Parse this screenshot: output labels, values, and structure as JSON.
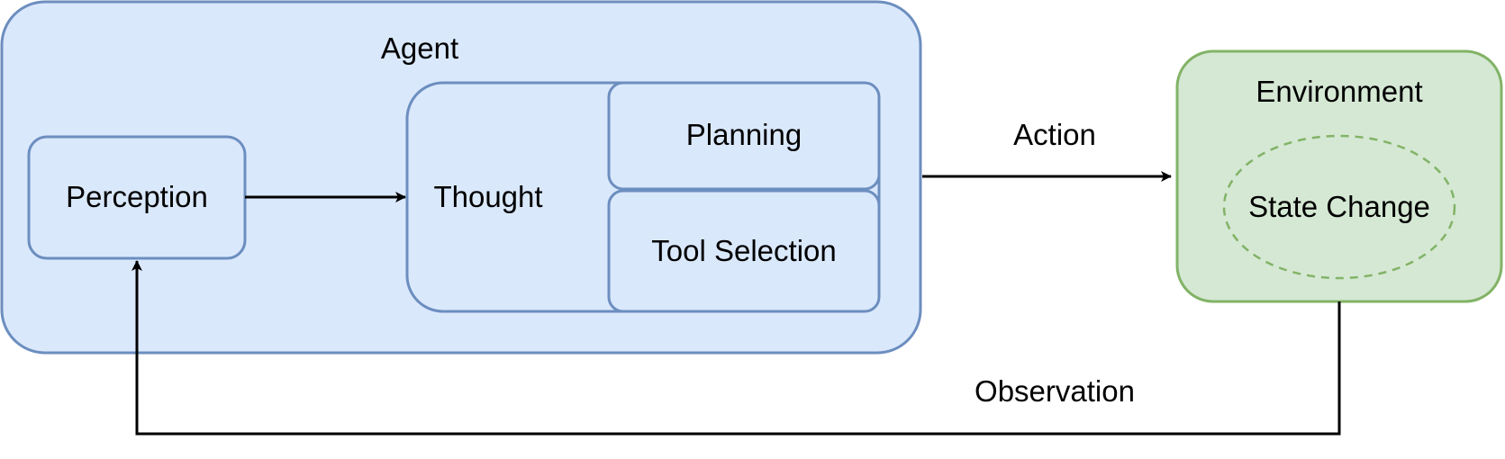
{
  "agent": {
    "title": "Agent",
    "perception": "Perception",
    "thought": "Thought",
    "planning": "Planning",
    "tool_selection": "Tool Selection"
  },
  "environment": {
    "title": "Environment",
    "state_change": "State Change"
  },
  "edges": {
    "action": "Action",
    "observation": "Observation"
  },
  "colors": {
    "agent_fill": "#dae8fc",
    "agent_stroke": "#6c8ebf",
    "environment_fill": "#d5e8d4",
    "environment_stroke": "#82b366",
    "edge": "#000000"
  }
}
